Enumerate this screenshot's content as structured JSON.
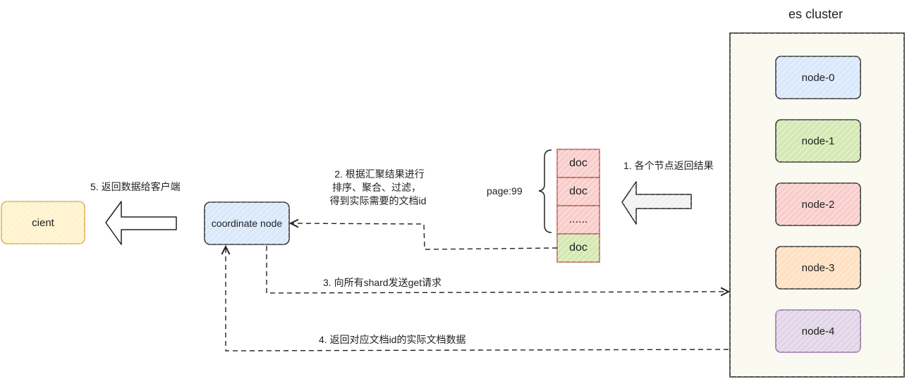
{
  "cluster": {
    "title": "es cluster",
    "nodes": [
      {
        "label": "node-0",
        "fill": "#dae8fc",
        "stroke": "#3a3a3a"
      },
      {
        "label": "node-1",
        "fill": "#d5e8b4",
        "stroke": "#3a3a3a"
      },
      {
        "label": "node-2",
        "fill": "#f8cecc",
        "stroke": "#3a3a3a"
      },
      {
        "label": "node-3",
        "fill": "#ffe0c2",
        "stroke": "#3a3a3a"
      },
      {
        "label": "node-4",
        "fill": "#e1d5e7",
        "stroke": "#9673a6"
      }
    ],
    "fill": "#f9f9ef"
  },
  "docs": {
    "page_label": "page:99",
    "items": [
      {
        "label": "doc",
        "fill": "#f8cecc",
        "stroke": "#b85450"
      },
      {
        "label": "doc",
        "fill": "#f8cecc",
        "stroke": "#b85450"
      },
      {
        "label": "......",
        "fill": "#f8cecc",
        "stroke": "#b85450"
      },
      {
        "label": "doc",
        "fill": "#d5e8b4",
        "stroke": "#b85450"
      }
    ]
  },
  "coordinate_node": {
    "label": "coordinate node",
    "fill": "#dae8fc"
  },
  "client": {
    "label": "cient",
    "fill": "#fff2cc",
    "stroke": "#d6b656"
  },
  "steps": {
    "step1": "1. 各个节点返回结果",
    "step2_lines": [
      "2. 根据汇聚结果进行",
      "排序、聚合、过滤，",
      "得到实际需要的文档id"
    ],
    "step3": "3. 向所有shard发送get请求",
    "step4": "4. 返回对应文档id的实际文档数据",
    "step5": "5. 返回数据给客户端"
  }
}
